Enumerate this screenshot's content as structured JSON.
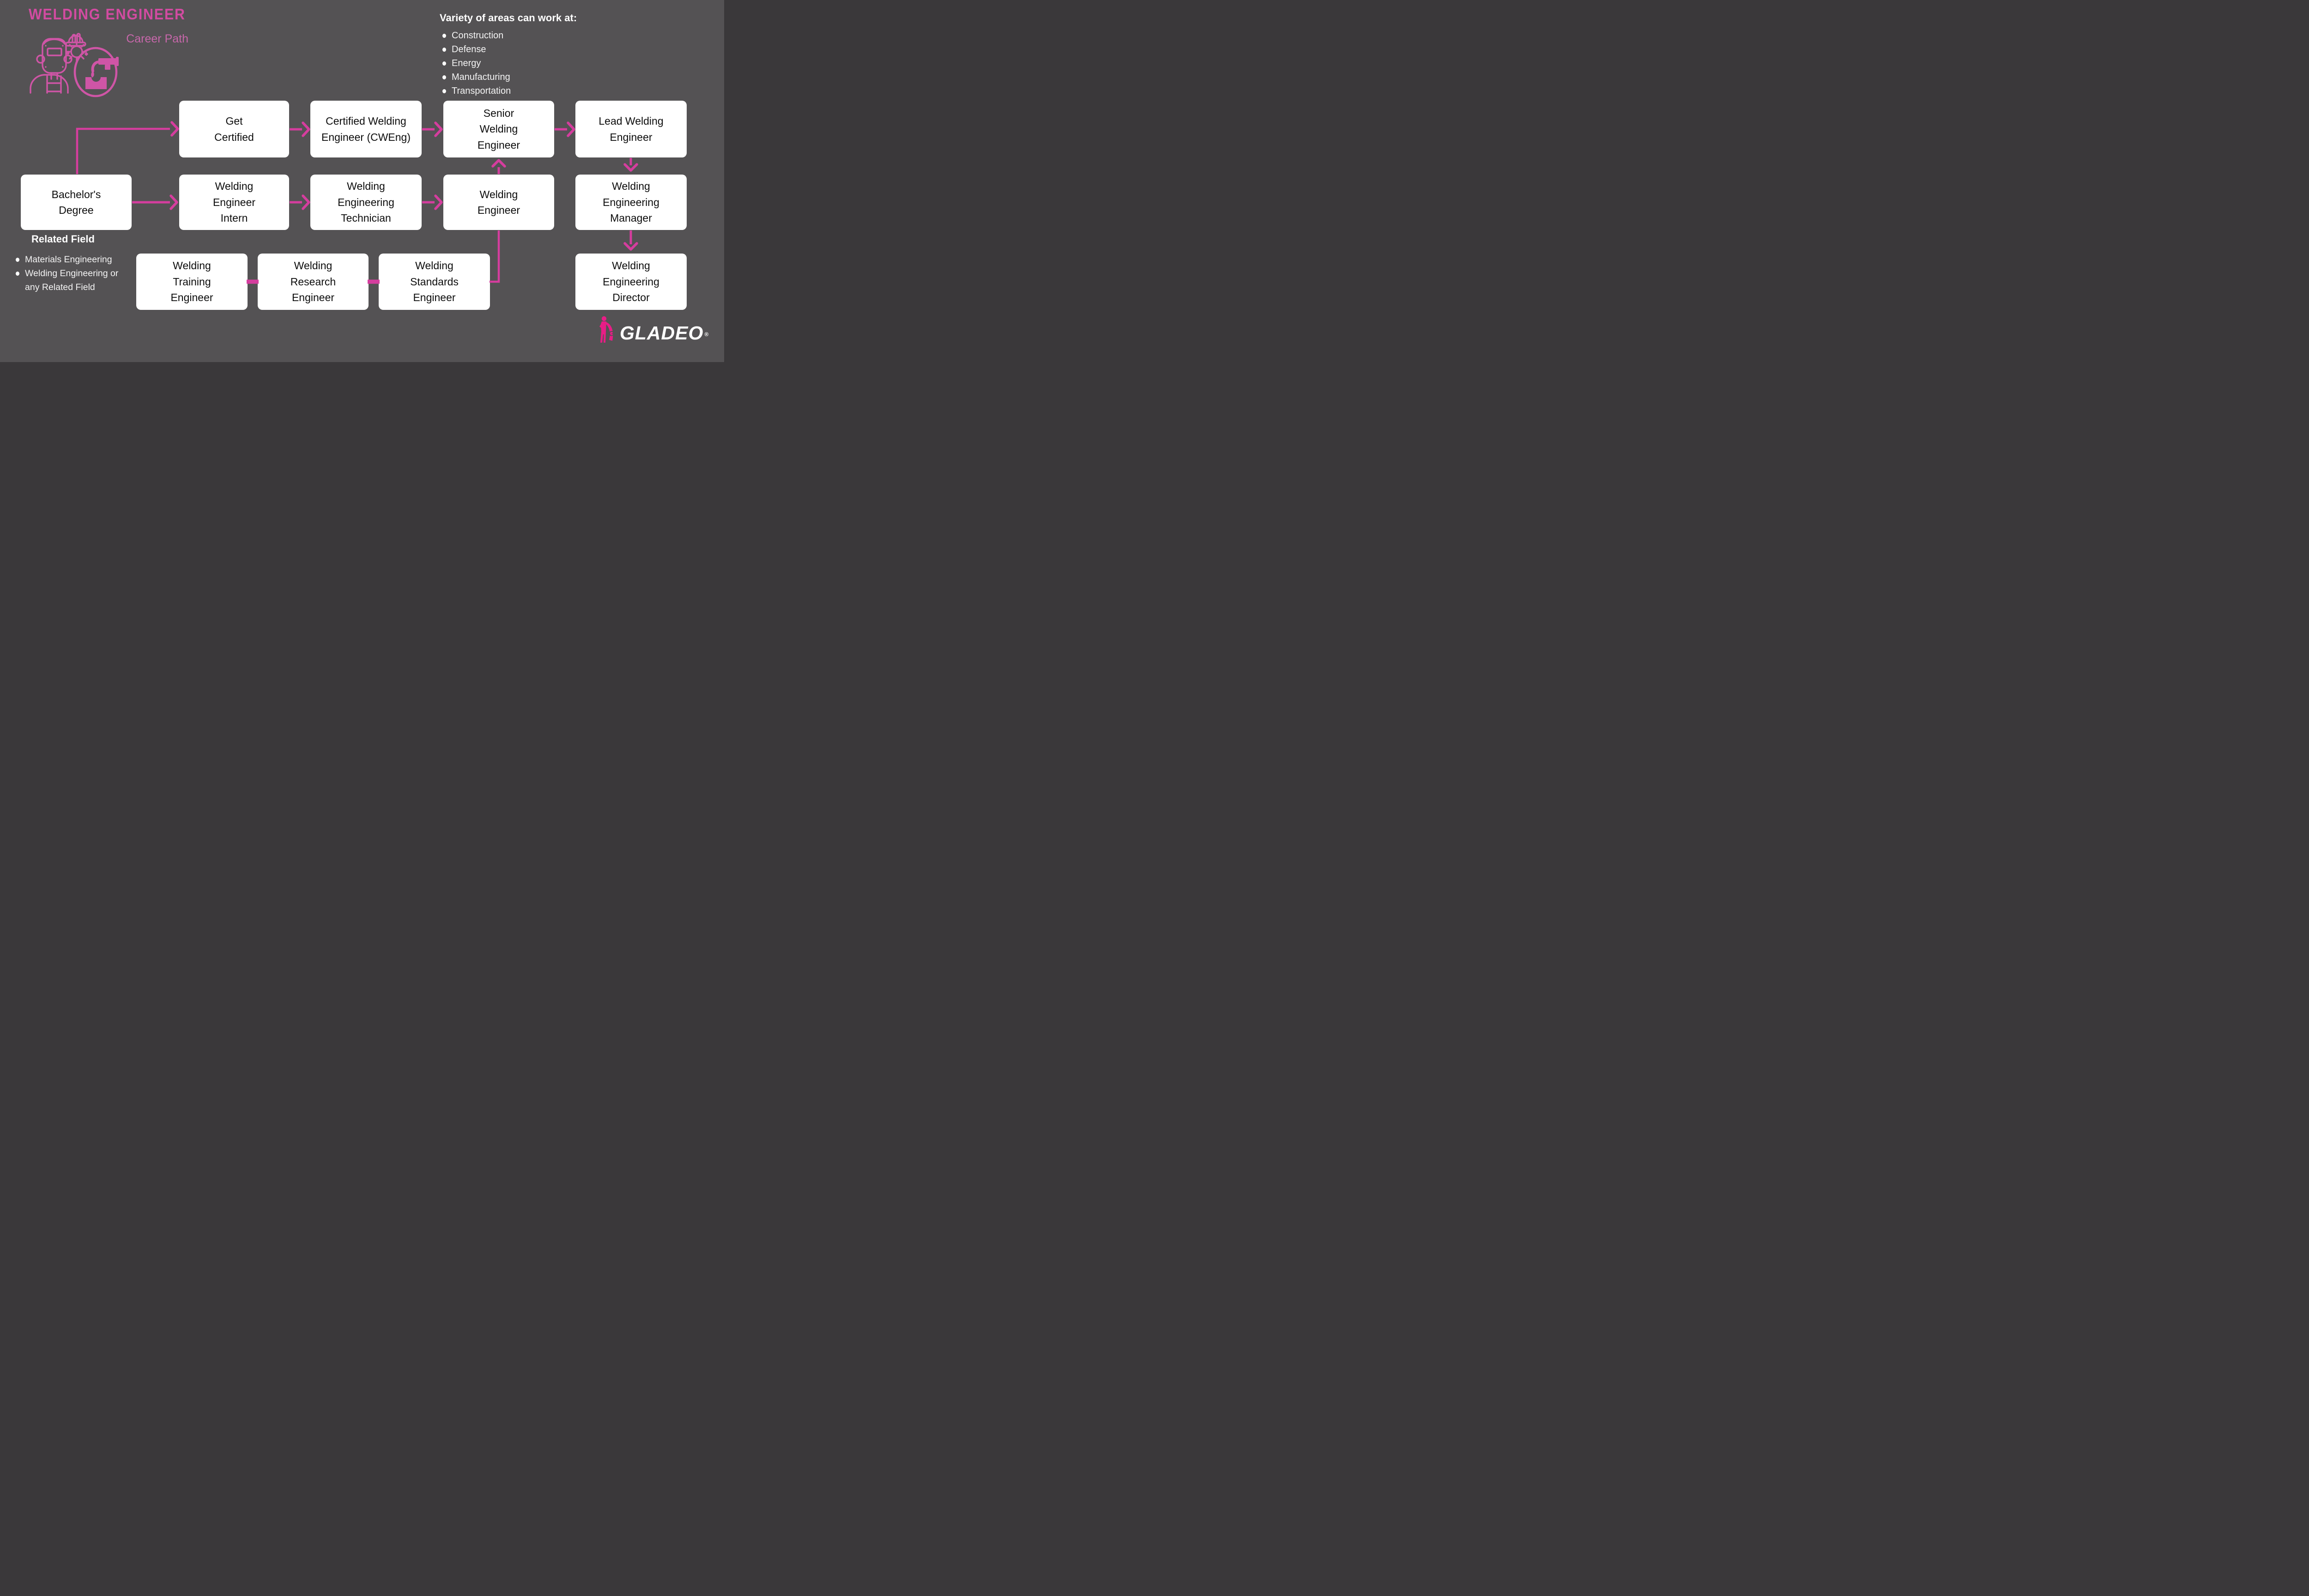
{
  "theme": {
    "bg": "#545254",
    "accent": "#d53d9e",
    "title-pink": "#d24ba1",
    "subtitle-pink": "#c767aa",
    "box-bg": "#ffffff",
    "box-text": "#0d0d0d",
    "light-text": "#f4f4f4",
    "logo-pink": "#e81d86"
  },
  "header": {
    "title": "WELDING ENGINEER",
    "subtitle": "Career Path"
  },
  "work_areas": {
    "heading": "Variety of areas can work at:",
    "items": [
      "Construction",
      "Defense",
      "Energy",
      "Manufacturing",
      "Transportation"
    ]
  },
  "related_field": {
    "heading": "Related Field",
    "items": [
      "Materials Engineering",
      "Welding Engineering or any Related Field"
    ]
  },
  "nodes": {
    "bachelors": {
      "label": "Bachelor's Degree"
    },
    "get_certified": {
      "label": "Get Certified"
    },
    "cweng": {
      "label": "Certified Welding Engineer (CWEng)"
    },
    "senior": {
      "label": "Senior Welding Engineer"
    },
    "lead": {
      "label": "Lead Welding Engineer"
    },
    "intern": {
      "label": "Welding Engineer Intern"
    },
    "technician": {
      "label": "Welding Engineering Technician"
    },
    "welding_engineer": {
      "label": "Welding Engineer"
    },
    "manager": {
      "label": "Welding Engineering Manager"
    },
    "training": {
      "label": "Welding Training Engineer"
    },
    "research": {
      "label": "Welding Research Engineer"
    },
    "standards": {
      "label": "Welding Standards Engineer"
    },
    "director": {
      "label": "Welding Engineering Director"
    }
  },
  "edges": [
    {
      "from": "bachelors",
      "to": "get_certified",
      "style": "elbow-arrow"
    },
    {
      "from": "bachelors",
      "to": "intern",
      "style": "arrow"
    },
    {
      "from": "get_certified",
      "to": "cweng",
      "style": "arrow"
    },
    {
      "from": "cweng",
      "to": "senior",
      "style": "arrow"
    },
    {
      "from": "senior",
      "to": "lead",
      "style": "arrow"
    },
    {
      "from": "intern",
      "to": "technician",
      "style": "arrow"
    },
    {
      "from": "technician",
      "to": "welding_engineer",
      "style": "arrow"
    },
    {
      "from": "welding_engineer",
      "to": "senior",
      "style": "arrow-up"
    },
    {
      "from": "lead",
      "to": "manager",
      "style": "arrow-down"
    },
    {
      "from": "manager",
      "to": "director",
      "style": "arrow-down"
    },
    {
      "from": "training",
      "to": "research",
      "style": "line"
    },
    {
      "from": "research",
      "to": "standards",
      "style": "line"
    },
    {
      "from": "standards",
      "to": "welding_engineer",
      "style": "elbow-line"
    }
  ],
  "logo": {
    "brand": "GLADEO",
    "registered": "®",
    "hero_letter": "G"
  }
}
